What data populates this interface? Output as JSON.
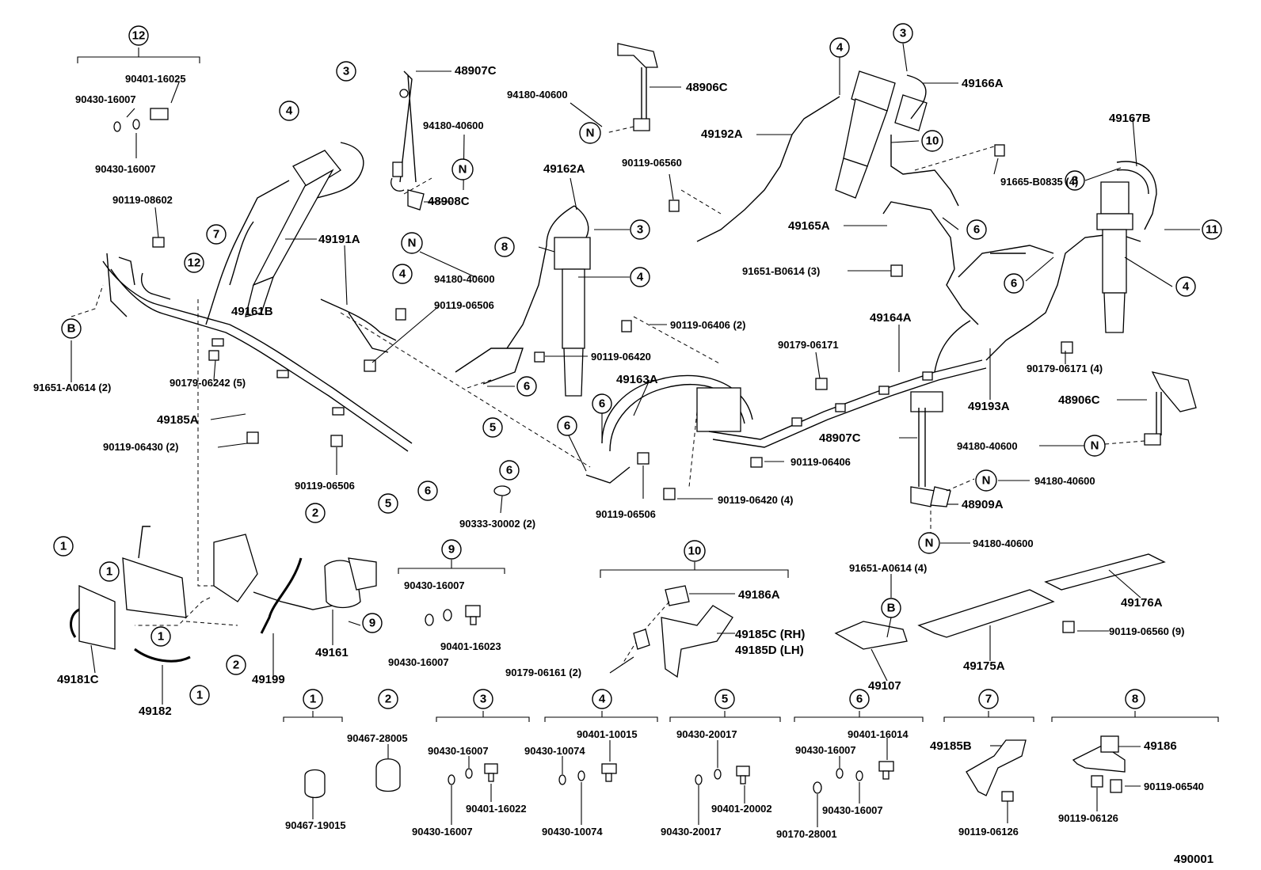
{
  "diagram": {
    "figure_id": "490001",
    "parts": [
      {
        "id": "p12",
        "text": "12"
      },
      {
        "id": "p90401_16025",
        "text": "90401-16025"
      },
      {
        "id": "p90430_16007a",
        "text": "90430-16007"
      },
      {
        "id": "p90430_16007b",
        "text": "90430-16007"
      },
      {
        "id": "p90119_08602",
        "text": "90119-08602"
      },
      {
        "id": "p91651_A0614_2",
        "text": "91651-A0614 (2)"
      },
      {
        "id": "p49191A",
        "text": "49191A"
      },
      {
        "id": "p49161B",
        "text": "49161B"
      },
      {
        "id": "p90179_06242_5",
        "text": "90179-06242 (5)"
      },
      {
        "id": "p49185A",
        "text": "49185A"
      },
      {
        "id": "p90119_06430_2",
        "text": "90119-06430 (2)"
      },
      {
        "id": "p90119_06506a",
        "text": "90119-06506"
      },
      {
        "id": "p90333_30002_2",
        "text": "90333-30002 (2)"
      },
      {
        "id": "p48907C_top",
        "text": "48907C"
      },
      {
        "id": "p94180_40600a",
        "text": "94180-40600"
      },
      {
        "id": "p48908C",
        "text": "48908C"
      },
      {
        "id": "p94180_40600b",
        "text": "94180-40600"
      },
      {
        "id": "p90119_06506b",
        "text": "90119-06506"
      },
      {
        "id": "p94180_40600c",
        "text": "94180-40600"
      },
      {
        "id": "p48906C_top",
        "text": "48906C"
      },
      {
        "id": "p49162A",
        "text": "49162A"
      },
      {
        "id": "p90119_06560",
        "text": "90119-06560"
      },
      {
        "id": "p90119_06406_2",
        "text": "90119-06406 (2)"
      },
      {
        "id": "p90119_06420",
        "text": "90119-06420"
      },
      {
        "id": "p49163A",
        "text": "49163A"
      },
      {
        "id": "p90119_06506c",
        "text": "90119-06506"
      },
      {
        "id": "p49192A",
        "text": "49192A"
      },
      {
        "id": "p49166A",
        "text": "49166A"
      },
      {
        "id": "p91665_B0835_4",
        "text": "91665-B0835 (4)"
      },
      {
        "id": "p49165A",
        "text": "49165A"
      },
      {
        "id": "p91651_B0614_3",
        "text": "91651-B0614 (3)"
      },
      {
        "id": "p49164A",
        "text": "49164A"
      },
      {
        "id": "p90179_06171",
        "text": "90179-06171"
      },
      {
        "id": "p90119_06406",
        "text": "90119-06406"
      },
      {
        "id": "p90119_06420_4",
        "text": "90119-06420 (4)"
      },
      {
        "id": "p48907C_mid",
        "text": "48907C"
      },
      {
        "id": "p49167B",
        "text": "49167B"
      },
      {
        "id": "p49193A",
        "text": "49193A"
      },
      {
        "id": "p90179_06171_4",
        "text": "90179-06171 (4)"
      },
      {
        "id": "p48906C_right",
        "text": "48906C"
      },
      {
        "id": "p94180_40600d",
        "text": "94180-40600"
      },
      {
        "id": "p94180_40600e",
        "text": "94180-40600"
      },
      {
        "id": "p48909A",
        "text": "48909A"
      },
      {
        "id": "p94180_40600f",
        "text": "94180-40600"
      },
      {
        "id": "p91651_A0614_4",
        "text": "91651-A0614 (4)"
      },
      {
        "id": "p49176A",
        "text": "49176A"
      },
      {
        "id": "p90119_06560_9",
        "text": "90119-06560 (9)"
      },
      {
        "id": "p49175A",
        "text": "49175A"
      },
      {
        "id": "p49107",
        "text": "49107"
      },
      {
        "id": "p49186A",
        "text": "49186A"
      },
      {
        "id": "p49185C",
        "text": "49185C (RH)"
      },
      {
        "id": "p49185D",
        "text": "49185D (LH)"
      },
      {
        "id": "p90179_06161_2",
        "text": "90179-06161 (2)"
      },
      {
        "id": "p9_90430_16007a",
        "text": "90430-16007"
      },
      {
        "id": "p9_90401_16023",
        "text": "90401-16023"
      },
      {
        "id": "p9_90430_16007b",
        "text": "90430-16007"
      },
      {
        "id": "p49181C",
        "text": "49181C"
      },
      {
        "id": "p49182",
        "text": "49182"
      },
      {
        "id": "p49199",
        "text": "49199"
      },
      {
        "id": "p49161",
        "text": "49161"
      },
      {
        "id": "k1_90467_19015",
        "text": "90467-19015"
      },
      {
        "id": "k2_90467_28005",
        "text": "90467-28005"
      },
      {
        "id": "k3_90430_16007a",
        "text": "90430-16007"
      },
      {
        "id": "k3_90401_16022",
        "text": "90401-16022"
      },
      {
        "id": "k3_90430_16007b",
        "text": "90430-16007"
      },
      {
        "id": "k4_90401_10015",
        "text": "90401-10015"
      },
      {
        "id": "k4_90430_10074a",
        "text": "90430-10074"
      },
      {
        "id": "k4_90430_10074b",
        "text": "90430-10074"
      },
      {
        "id": "k5_90430_20017a",
        "text": "90430-20017"
      },
      {
        "id": "k5_90401_20002",
        "text": "90401-20002"
      },
      {
        "id": "k5_90430_20017b",
        "text": "90430-20017"
      },
      {
        "id": "k6_90401_16014",
        "text": "90401-16014"
      },
      {
        "id": "k6_90430_16007a",
        "text": "90430-16007"
      },
      {
        "id": "k6_90430_16007b",
        "text": "90430-16007"
      },
      {
        "id": "k6_90170_28001",
        "text": "90170-28001"
      },
      {
        "id": "k7_49185B",
        "text": "49185B"
      },
      {
        "id": "k7_90119_06126",
        "text": "90119-06126"
      },
      {
        "id": "k8_49186",
        "text": "49186"
      },
      {
        "id": "k8_90119_06540",
        "text": "90119-06540"
      },
      {
        "id": "k8_90119_06126",
        "text": "90119-06126"
      }
    ],
    "callouts": {
      "c1": "1",
      "c2": "2",
      "c3": "3",
      "c4": "4",
      "c5": "5",
      "c6": "6",
      "c7": "7",
      "c8": "8",
      "c9": "9",
      "c10": "10",
      "c11": "11",
      "c12": "12",
      "cN": "N",
      "cB": "B"
    },
    "kits": [
      "1",
      "2",
      "3",
      "4",
      "5",
      "6",
      "7",
      "8"
    ]
  }
}
